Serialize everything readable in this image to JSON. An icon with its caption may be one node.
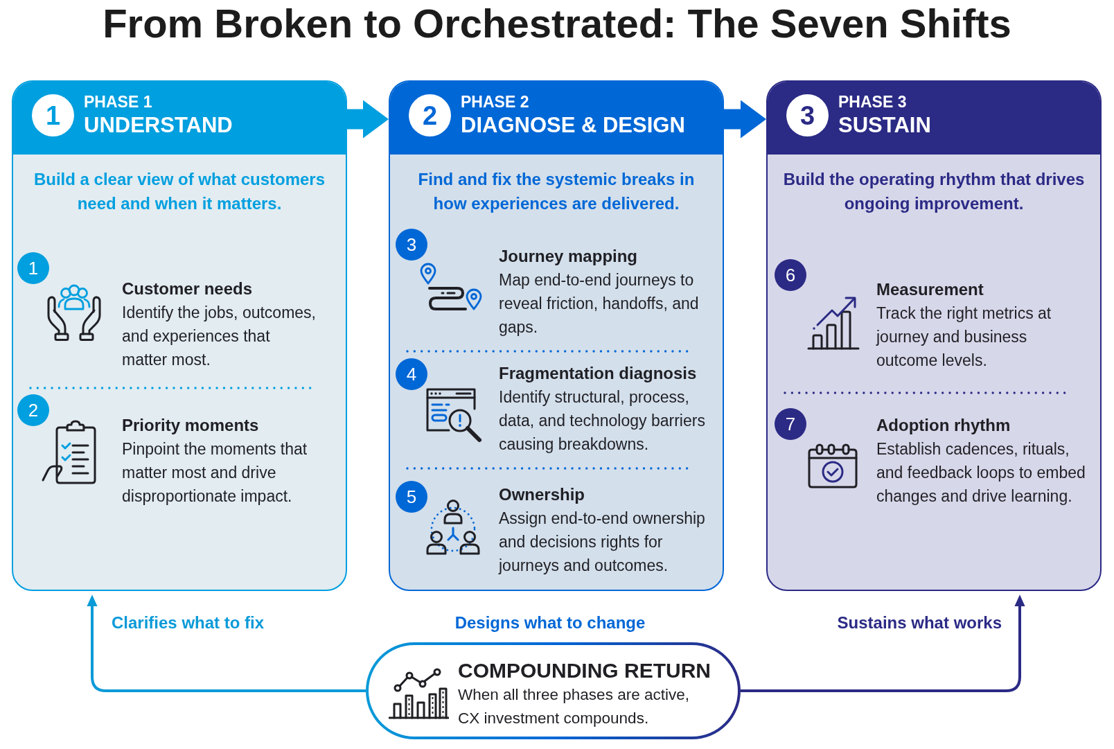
{
  "diagram": {
    "title": "From Broken to Orchestrated: The Seven Shifts",
    "nodes": [
      {
        "text": [
          "Build a clear view of what customers need and when it matters.",
          "Customer needs",
          "Identify the jobs, outcomes, and experiences that matter most.",
          "Priority moments",
          "Pinpoint the moments that matter most and drive disproportionate impact."
        ]
      },
      {
        "text": [
          "PHASE 1",
          "UNDERSTAND"
        ],
        "in": 0
      },
      {
        "text": [
          "1"
        ],
        "in": 1
      },
      {
        "text": [
          "1"
        ],
        "in": 0
      },
      {
        "text": [
          "2"
        ],
        "in": 0
      },
      {
        "text": [
          "Find and fix the systemic breaks in how experiences are delivered.",
          "Journey mapping",
          "Map end-to-end journeys to reveal friction, handoffs, and gaps.",
          "Fragmentation diagnosis",
          "Identify structural, process, data, and technology barriers causing breakdowns.",
          "Ownership",
          "Assign end-to-end ownership and decisions rights for journeys and outcomes."
        ]
      },
      {
        "text": [
          "PHASE 2",
          "DIAGNOSE & DESIGN"
        ],
        "in": 5
      },
      {
        "text": [
          "2"
        ],
        "in": 6
      },
      {
        "text": [
          "3"
        ],
        "in": 5
      },
      {
        "text": [
          "4"
        ],
        "in": 5
      },
      {
        "text": [
          "5"
        ],
        "in": 5
      },
      {
        "text": [
          "Build the operating rhythm that drives ongoing improvement.",
          "Measurement",
          "Track the right metrics at journey and business outcome levels.",
          "Adoption rhythm",
          "Establish cadences, rituals, and feedback loops to embed changes and drive learning."
        ]
      },
      {
        "text": [
          "PHASE 3",
          "SUSTAIN"
        ],
        "in": 11
      },
      {
        "text": [
          "3"
        ],
        "in": 12
      },
      {
        "text": [
          "6"
        ],
        "in": 11
      },
      {
        "text": [
          "7"
        ],
        "in": 11
      },
      {
        "text": [
          "COMPOUNDING RETURN",
          "When all three phases are active, CX investment compounds."
        ]
      }
    ],
    "edges": [
      {
        "from": 0,
        "to": 5,
        "arrow": "to",
        "style": "thick",
        "color": "#009fdf"
      },
      {
        "from": 5,
        "to": 11,
        "arrow": "to",
        "style": "thick",
        "color": "#0067d6"
      },
      {
        "from": 16,
        "to": 0,
        "arrow": "to",
        "label": "Clarifies what to fix",
        "color": "#0a9ad8"
      },
      {
        "from": 16,
        "to": 11,
        "arrow": "to",
        "label": "Sustains what works",
        "color": "#2b2a85"
      }
    ],
    "labels": [
      "Designs what to change"
    ]
  }
}
